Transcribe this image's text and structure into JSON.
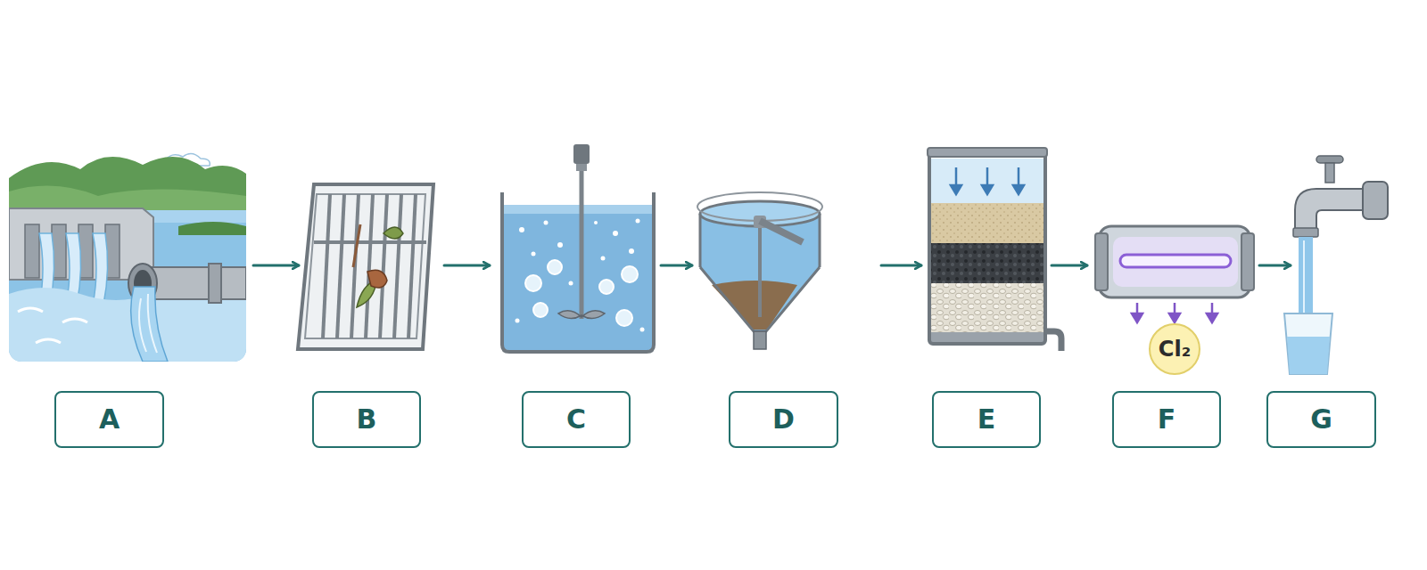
{
  "diagram": {
    "nodes": [
      {
        "text": [
          "A"
        ]
      },
      {
        "text": [
          "B"
        ]
      },
      {
        "text": [
          "C"
        ]
      },
      {
        "text": [
          "D"
        ]
      },
      {
        "text": [
          "E"
        ]
      },
      {
        "text": [
          "F"
        ]
      },
      {
        "text": [
          "G"
        ]
      },
      {
        "text": [
          "Cl₂"
        ]
      }
    ],
    "edges": [
      {
        "from": 0,
        "to": 1,
        "arrow": "to"
      },
      {
        "from": 1,
        "to": 2,
        "arrow": "to"
      },
      {
        "from": 2,
        "to": 3,
        "arrow": "to"
      },
      {
        "from": 3,
        "to": 4,
        "arrow": "to"
      },
      {
        "from": 4,
        "to": 5,
        "arrow": "to"
      },
      {
        "from": 5,
        "to": 6,
        "arrow": "to"
      }
    ]
  }
}
